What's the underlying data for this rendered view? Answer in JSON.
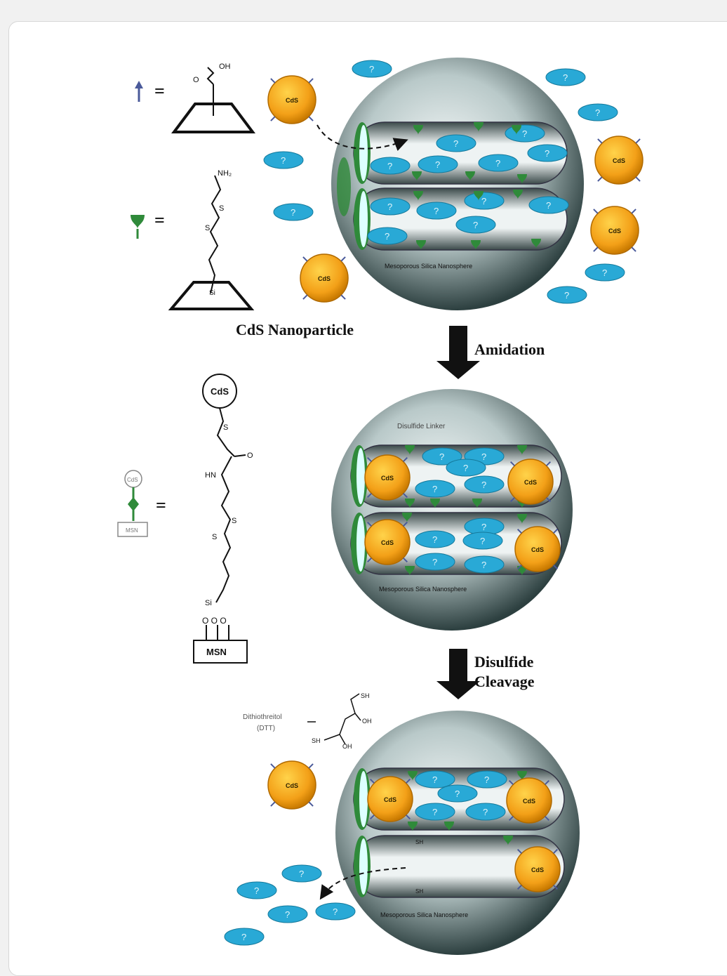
{
  "labels": {
    "cds_nanoparticle": "CdS Nanoparticle",
    "amidation": "Amidation",
    "disulfide_line1": "Disulfide",
    "disulfide_line2": "Cleavage",
    "sphere_caption": "Mesoporous Silica Nanosphere",
    "disulfide_linker": "Disulfide Linker",
    "dtt_name": "Dithiothreitol",
    "dtt_abbr": "(DTT)",
    "cds": "CdS",
    "msn": "MSN",
    "equals": "=",
    "drug": "?"
  },
  "chem": {
    "oh": "OH",
    "o": "O",
    "nh2": "NH₂",
    "s": "S",
    "si": "Si",
    "hn": "HN",
    "sh": "SH",
    "ooo": "O O O"
  },
  "colors": {
    "cds_fill": "#f3a018",
    "cds_stroke": "#b06a00",
    "drug": "#29a9d6",
    "linker": "#2f8a3a",
    "sphere_dark": "#2d4040",
    "sphere_light": "#f2f6f6",
    "arrow": "#111111"
  }
}
